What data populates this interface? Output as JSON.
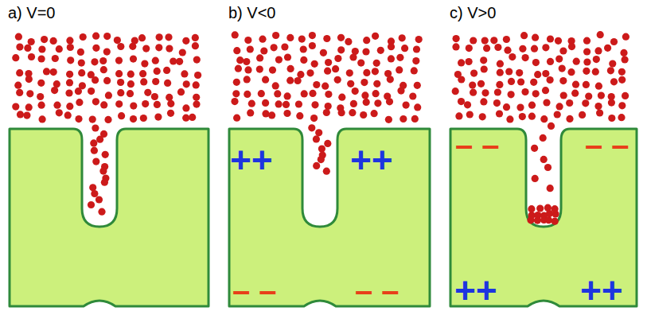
{
  "diagram": {
    "labels": [
      "a) V=0",
      "b) V<0",
      "c) V>0",
      "++",
      "++",
      "– –",
      "– –",
      "– –",
      "– –",
      "++",
      "++"
    ]
  }
}
